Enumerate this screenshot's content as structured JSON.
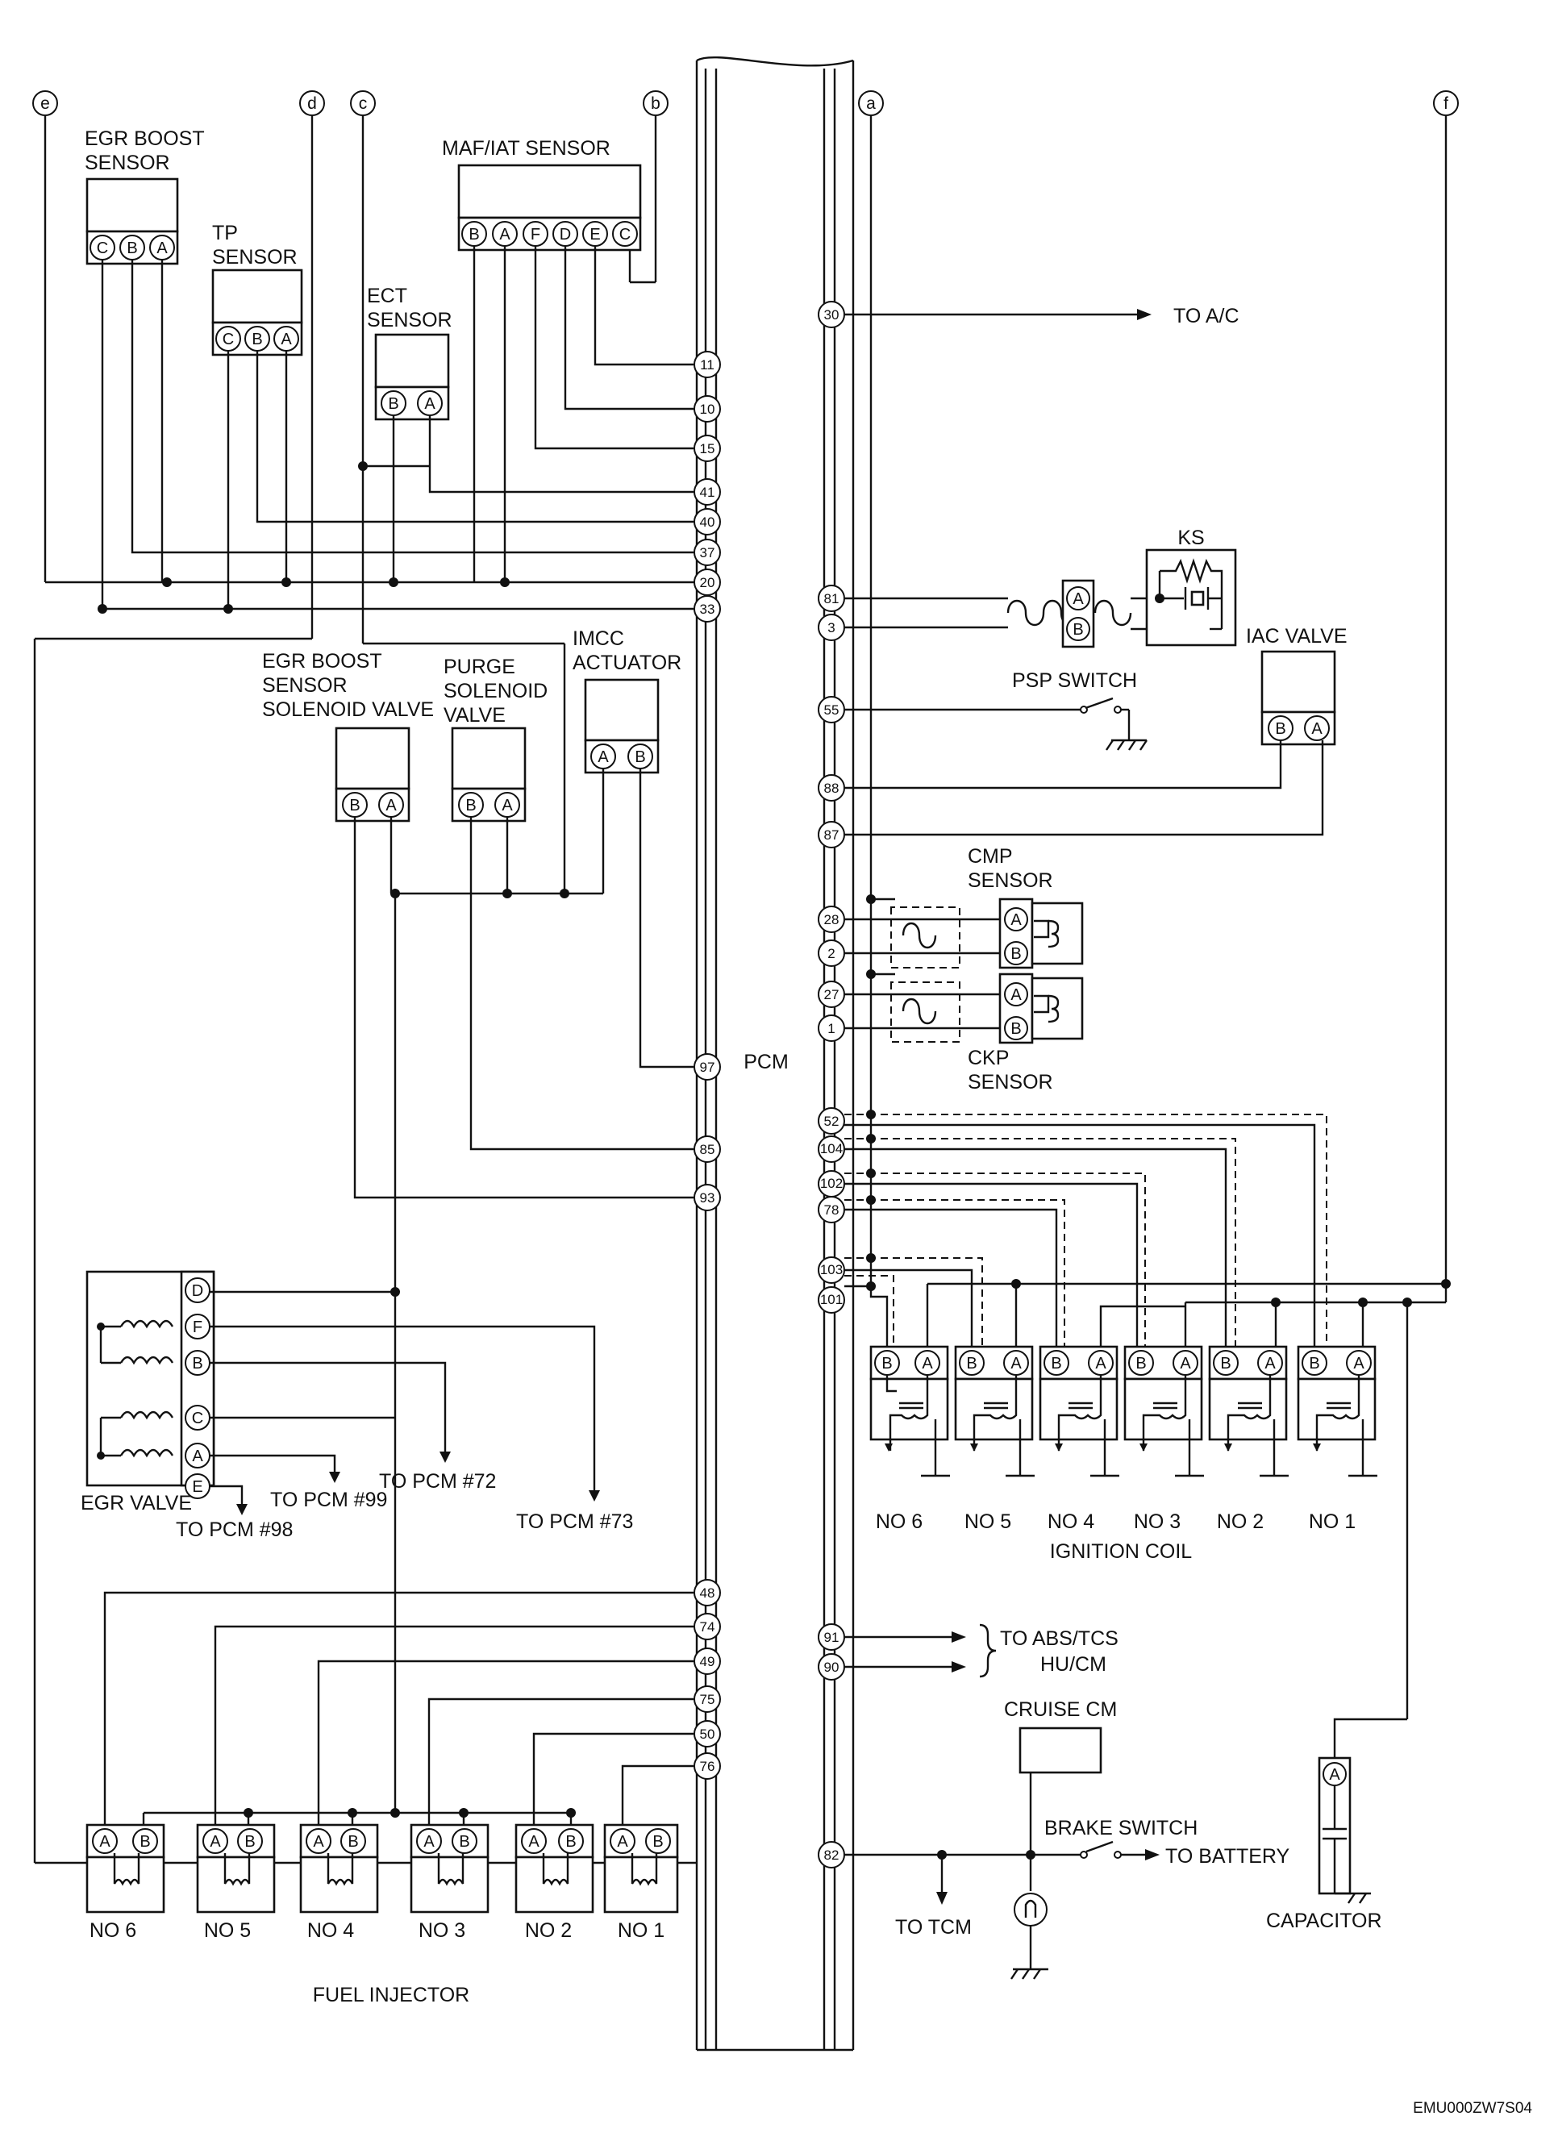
{
  "diagram": {
    "center_label": "PCM",
    "code": "EMU000ZW7S04",
    "tags": [
      "e",
      "d",
      "c",
      "b",
      "a",
      "f"
    ],
    "components": {
      "egr_boost_sensor": [
        "EGR BOOST",
        "SENSOR"
      ],
      "tp_sensor": [
        "TP",
        "SENSOR"
      ],
      "maf_iat_sensor": "MAF/IAT SENSOR",
      "ect_sensor": [
        "ECT",
        "SENSOR"
      ],
      "egr_boost_solenoid": [
        "EGR BOOST",
        "SENSOR",
        "SOLENOID VALVE"
      ],
      "purge_solenoid": [
        "PURGE",
        "SOLENOID",
        "VALVE"
      ],
      "imcc_actuator": [
        "IMCC",
        "ACTUATOR"
      ],
      "ks": "KS",
      "psp_switch": "PSP SWITCH",
      "iac_valve": "IAC VALVE",
      "cmp_sensor": [
        "CMP",
        "SENSOR"
      ],
      "ckp_sensor": [
        "CKP",
        "SENSOR"
      ],
      "egr_valve": "EGR VALVE",
      "ignition_coil": "IGNITION COIL",
      "fuel_injector": "FUEL INJECTOR",
      "cruise_cm": "CRUISE CM",
      "brake_switch": "BRAKE SWITCH",
      "capacitor": "CAPACITOR"
    },
    "destinations": {
      "to_ac": "TO A/C",
      "to_abs": [
        "TO ABS/TCS",
        "HU/CM"
      ],
      "to_battery": "TO BATTERY",
      "to_tcm": "TO TCM",
      "to_pcm_98": "TO PCM #98",
      "to_pcm_99": "TO PCM #99",
      "to_pcm_72": "TO PCM #72",
      "to_pcm_73": "TO PCM #73"
    },
    "left_pins": [
      "11",
      "10",
      "15",
      "41",
      "40",
      "37",
      "20",
      "33",
      "97",
      "85",
      "93",
      "48",
      "74",
      "49",
      "75",
      "50",
      "76"
    ],
    "right_pins": [
      "30",
      "81",
      "3",
      "55",
      "88",
      "87",
      "28",
      "2",
      "27",
      "1",
      "52",
      "104",
      "102",
      "78",
      "103",
      "101",
      "91",
      "90",
      "82"
    ],
    "pin_letters": {
      "A": "A",
      "B": "B",
      "C": "C",
      "D": "D",
      "E": "E",
      "F": "F"
    },
    "egr_pins": [
      "D",
      "F",
      "B",
      "C",
      "A",
      "E"
    ],
    "maf_pins": [
      "B",
      "A",
      "F",
      "D",
      "E",
      "C"
    ],
    "coil_labels": [
      "NO 6",
      "NO 5",
      "NO 4",
      "NO 3",
      "NO 2",
      "NO 1"
    ],
    "injector_labels": [
      "NO 6",
      "NO 5",
      "NO 4",
      "NO 3",
      "NO 2",
      "NO 1"
    ]
  }
}
